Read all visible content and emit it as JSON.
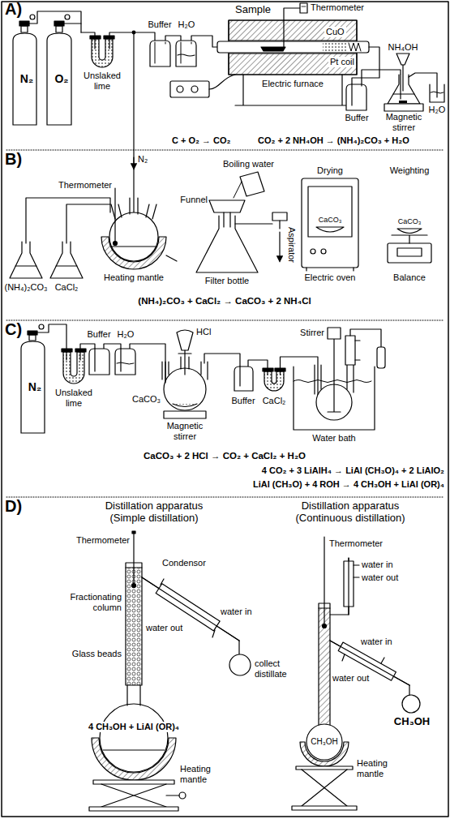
{
  "diagram": {
    "nodes": [
      {
        "text": [
          "A)"
        ]
      },
      {
        "text": [
          "N₂"
        ],
        "in": 0
      },
      {
        "text": [
          "O₂"
        ],
        "in": 0
      },
      {
        "text": [
          "B)"
        ]
      },
      {
        "text": [
          "C)"
        ]
      },
      {
        "text": [
          "N₂"
        ],
        "in": 4
      },
      {
        "text": [
          "D)"
        ]
      }
    ],
    "labels": [
      "Unslaked lime",
      "Buffer",
      "H₂O",
      "Sample",
      "Thermometer",
      "CuO",
      "Pt coil",
      "Electric furnace",
      "NH₄OH",
      "Buffer",
      "Magnetic stirrer",
      "H₂O",
      "C + O₂ → CO₂",
      "CO₂ + 2 NH₄OH → (NH₄)₂CO₃ + H₂O",
      "N₂",
      "Thermometer",
      "(NH₄)₂CO₃",
      "CaCl₂",
      "Heating mantle",
      "Boiling water",
      "Funnel",
      "Aspirator",
      "Filter bottle",
      "Drying",
      "CaCO₃",
      "Electric oven",
      "Weighting",
      "CaCO₃",
      "Balance",
      "(NH₄)₂CO₃ + CaCl₂ → CaCO₃ + 2 NH₄Cl",
      "Unslaked lime",
      "Buffer",
      "H₂O",
      "HCl",
      "CaCO₃",
      "Magnetic stirrer",
      "Buffer",
      "CaCl₂",
      "Stirrer",
      "Water bath",
      "CaCO₃ + 2 HCl → CO₂ + CaCl₂ + H₂O",
      "4 CO₂ + 3 LiAlH₄ → LiAl (CH₃O)₄ + 2 LiAlO₂",
      "LiAl (CH₃O) + 4 ROH → 4 CH₃OH + LiAl (OR)₄",
      "Distillation apparatus (Simple distillation)",
      "Thermometer",
      "Condensor",
      "water in",
      "water out",
      "Fractionating column",
      "Glass beads",
      "collect distillate",
      "4 CH₃OH + LiAl (OR)₄",
      "Heating mantle",
      "Distillation apparatus (Continuous distillation)",
      "Thermometer",
      "water in",
      "water out",
      "water in",
      "water out",
      "CH₃OH",
      "CH₃OH",
      "Heating mantle"
    ]
  }
}
